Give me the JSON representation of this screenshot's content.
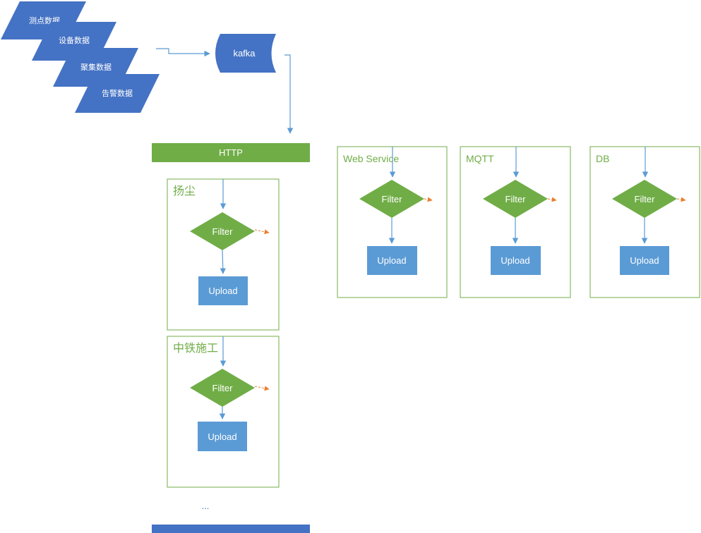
{
  "colors": {
    "source_fill": "#4472c4",
    "green": "#70ad47",
    "blue_box": "#5b9bd5",
    "line": "#5b9bd5",
    "reject_arrow": "#ed7d31",
    "bottom_bar": "#4472c4"
  },
  "sources": [
    "测点数据",
    "设备数据",
    "聚集数据",
    "告警数据"
  ],
  "queue": {
    "label": "kafka"
  },
  "http": {
    "label": "HTTP",
    "groups": [
      {
        "title": "扬尘",
        "filter": "Filter",
        "upload": "Upload"
      },
      {
        "title": "中铁施工",
        "filter": "Filter",
        "upload": "Upload"
      }
    ],
    "more": "..."
  },
  "services": [
    {
      "title": "Web Service",
      "filter": "Filter",
      "upload": "Upload"
    },
    {
      "title": "MQTT",
      "filter": "Filter",
      "upload": "Upload"
    },
    {
      "title": "DB",
      "filter": "Filter",
      "upload": "Upload"
    }
  ]
}
